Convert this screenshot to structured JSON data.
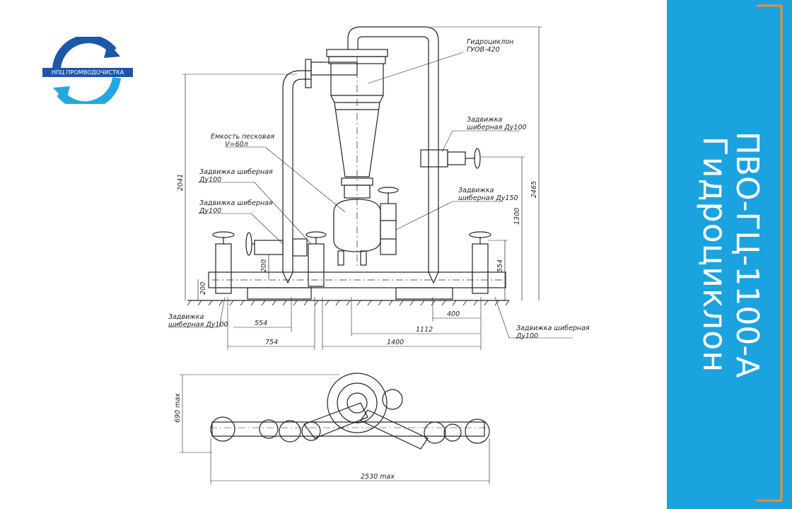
{
  "logo": {
    "text": "НПЦ ПРОМВОДОЧИСТКА",
    "colors": {
      "arrow_top": "#1d57a8",
      "arrow_bottom": "#22a7e0"
    }
  },
  "side_panel": {
    "title_line1": "Гидроциклон",
    "title_line2": "ПВО-ГЦ-1100-А",
    "background": "#1aa3df",
    "bracket_color": "#f28c28"
  },
  "labels": {
    "hydrocyclone": [
      "Гидроциклон",
      "ГУОВ-420"
    ],
    "tank": [
      "Емкость песковая",
      "V=60л"
    ],
    "valve_du100_a": [
      "Задвижка шиберная",
      "Ду100"
    ],
    "valve_du100_b": [
      "Задвижка шиберная",
      "Ду100"
    ],
    "valve_du100_right": [
      "Задвижка",
      "шиберная  Ду100"
    ],
    "valve_du150": [
      "Задвижка",
      "шиберная  Ду150"
    ],
    "valve_du100_bottom_left": [
      "Задвижка",
      "шиберная  Ду100"
    ],
    "valve_du100_bottom_right": [
      "Задвижка шиберная",
      "Ду100"
    ]
  },
  "dimensions": {
    "d2041": "2041",
    "d2465": "2465",
    "d1300": "1300",
    "d554_right": "554",
    "d200_left": "200",
    "d200_mid": "200",
    "d554_bottom": "554",
    "d754": "754",
    "d1400": "1400",
    "d1112": "1112",
    "d400": "400",
    "d690": "690 max",
    "d2530": "2530 max"
  }
}
